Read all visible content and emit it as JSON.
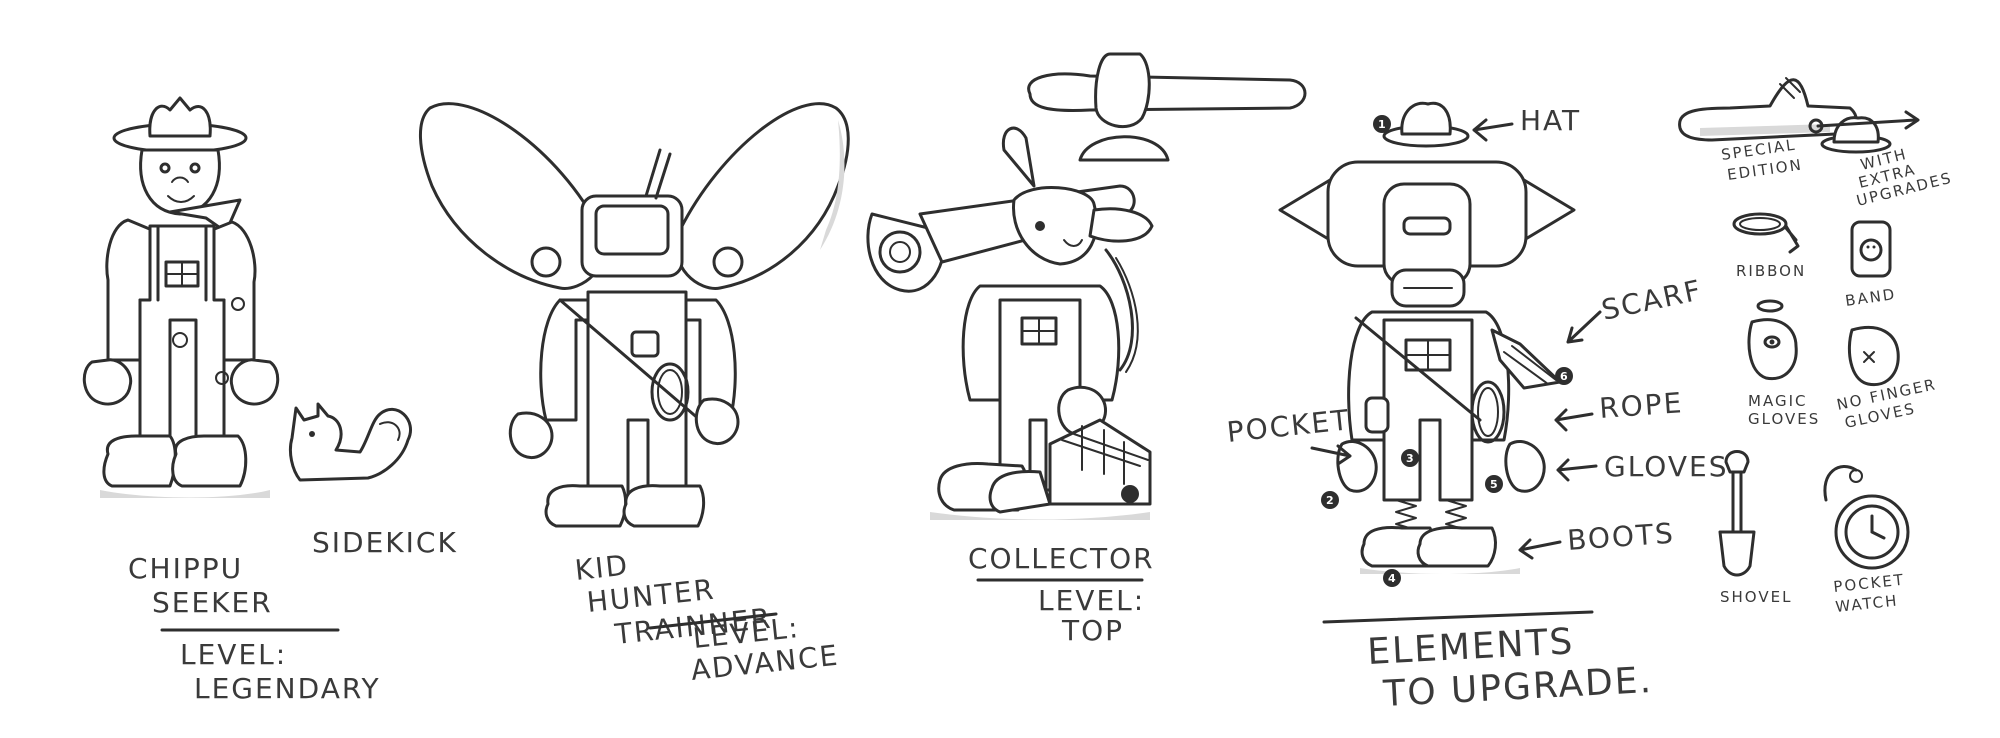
{
  "characters": {
    "chippu": {
      "name_line1": "CHIPPU",
      "name_line2": "SEEKER",
      "level_label": "LEVEL:",
      "level_value": "LEGENDARY",
      "sidekick": "SIDEKICK"
    },
    "kid": {
      "name_line1": "KID",
      "name_line2": "HUNTER",
      "name_line3": "TRAINNER",
      "level_label": "LEVEL:",
      "level_value": "ADVANCE"
    },
    "collector": {
      "name": "COLLECTOR",
      "level_label": "LEVEL:",
      "level_value": "TOP"
    }
  },
  "upgrade_diagram": {
    "title_line1": "ELEMENTS",
    "title_line2": "TO UPGRADE.",
    "callouts": [
      "HAT",
      "SCARF",
      "ROPE",
      "POCKET",
      "GLOVES",
      "BOOTS"
    ],
    "numbers": [
      "1",
      "2",
      "3",
      "4",
      "5",
      "6"
    ]
  },
  "items": [
    {
      "label_line1": "SPECIAL",
      "label_line2": "EDITION"
    },
    {
      "label_line1": "WITH",
      "label_line2": "EXTRA",
      "label_line3": "UPGRADES"
    },
    {
      "label_line1": "RIBBON"
    },
    {
      "label_line1": "BAND"
    },
    {
      "label_line1": "MAGIC",
      "label_line2": "GLOVES"
    },
    {
      "label_line1": "NO FINGER",
      "label_line2": "GLOVES"
    },
    {
      "label_line1": "SHOVEL"
    },
    {
      "label_line1": "POCKET",
      "label_line2": "WATCH"
    }
  ],
  "colors": {
    "ink": "#2e2e2e",
    "shade": "#d9d9d9",
    "paper": "#ffffff"
  }
}
